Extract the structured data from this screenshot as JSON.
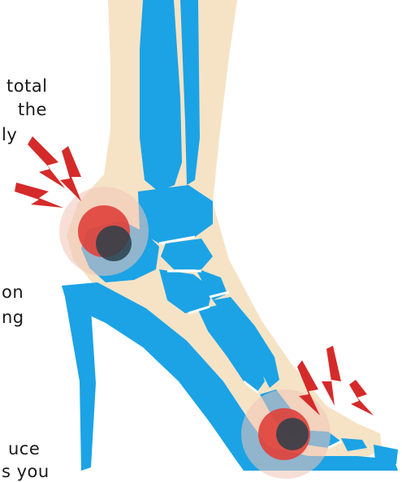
{
  "text_fragments": {
    "block_1": [
      "total",
      "the",
      "ly"
    ],
    "block_2": [
      "on",
      "ng"
    ],
    "block_3": [
      "uce",
      "s you"
    ]
  },
  "illustration": {
    "subject": "high-heel-foot-skeleton",
    "pain_points": [
      "heel",
      "ball-of-foot"
    ],
    "icons": [
      "lightning-bolt-icon",
      "pain-glow-icon"
    ]
  },
  "colors": {
    "skin": "#f6e3c6",
    "bone": "#1ba3e6",
    "shoe": "#1ba3e6",
    "pain_red": "#e0403a",
    "pain_glow": "#f1c5b8",
    "bolt_red": "#d52a2a",
    "text": "#1a1a1a"
  }
}
